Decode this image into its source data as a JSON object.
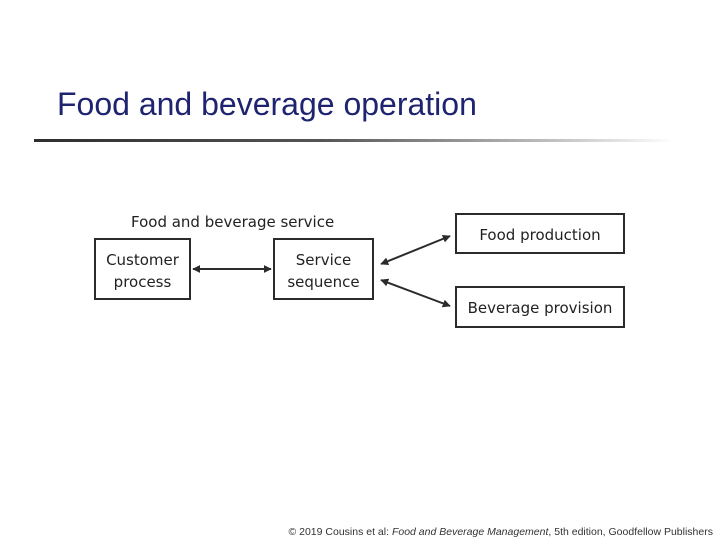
{
  "slide": {
    "title": "Food and beverage operation"
  },
  "diagram": {
    "group_label": "Food and beverage service",
    "nodes": {
      "customer_process": [
        "Customer",
        "process"
      ],
      "service_sequence": [
        "Service",
        "sequence"
      ],
      "food_production": "Food production",
      "beverage_provision": "Beverage provision"
    },
    "edges": [
      {
        "from": "customer_process",
        "to": "service_sequence",
        "direction": "both"
      },
      {
        "from": "service_sequence",
        "to": "food_production",
        "direction": "both"
      },
      {
        "from": "service_sequence",
        "to": "beverage_provision",
        "direction": "both"
      }
    ]
  },
  "footer": {
    "prefix": "© 2019 Cousins et al: ",
    "book_title": "Food and Beverage Management",
    "suffix": ", 5th edition, Goodfellow Publishers"
  },
  "colors": {
    "title": "#1f2470",
    "box_border": "#2b2b2b",
    "text": "#222222"
  }
}
